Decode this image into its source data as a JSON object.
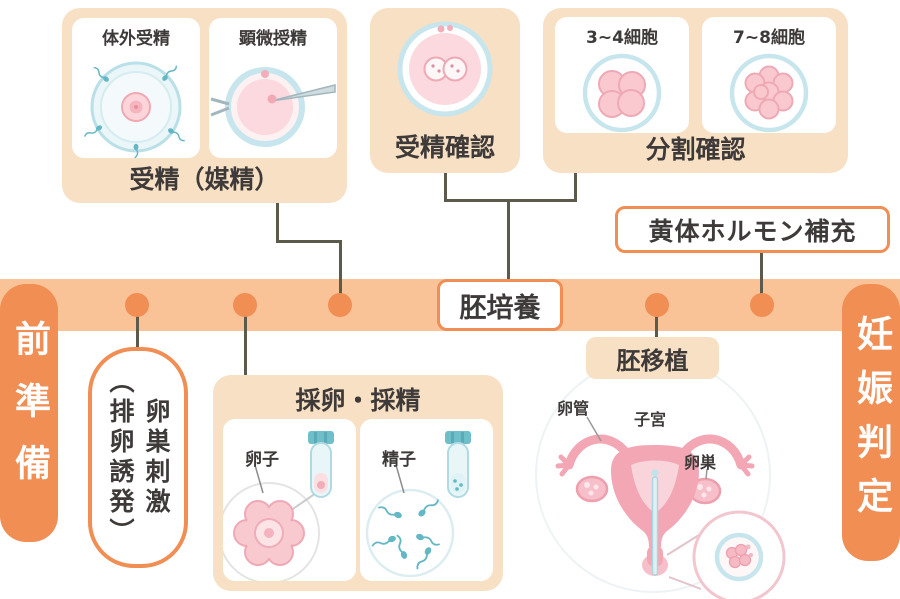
{
  "colors": {
    "bar": "#F9C397",
    "accent": "#F08E54",
    "section_bg": "#F7E0C4",
    "text": "#3E3A39",
    "connector": "#5C5A4B"
  },
  "timeline": {
    "preparation": "前準備",
    "pregnancy_test": "妊娠判定",
    "embryo_culture": "胚培養",
    "luteal_support": "黄体ホルモン補充"
  },
  "fertilization": {
    "title": "受精（媒精）",
    "ivf_label": "体外受精",
    "icsi_label": "顕微授精"
  },
  "fertilization_check": {
    "title": "受精確認"
  },
  "cleavage_check": {
    "title": "分割確認",
    "cells_3_4": "3~4細胞",
    "cells_7_8": "7~8細胞"
  },
  "ovarian_stimulation": {
    "main": "卵巣刺激",
    "sub": "（排卵誘発）"
  },
  "collection": {
    "title": "採卵・採精",
    "egg_label": "卵子",
    "sperm_label": "精子"
  },
  "embryo_transfer": {
    "label": "胚移植",
    "fallopian_tube_label": "卵管",
    "uterus_label": "子宮",
    "ovary_label": "卵巣"
  }
}
